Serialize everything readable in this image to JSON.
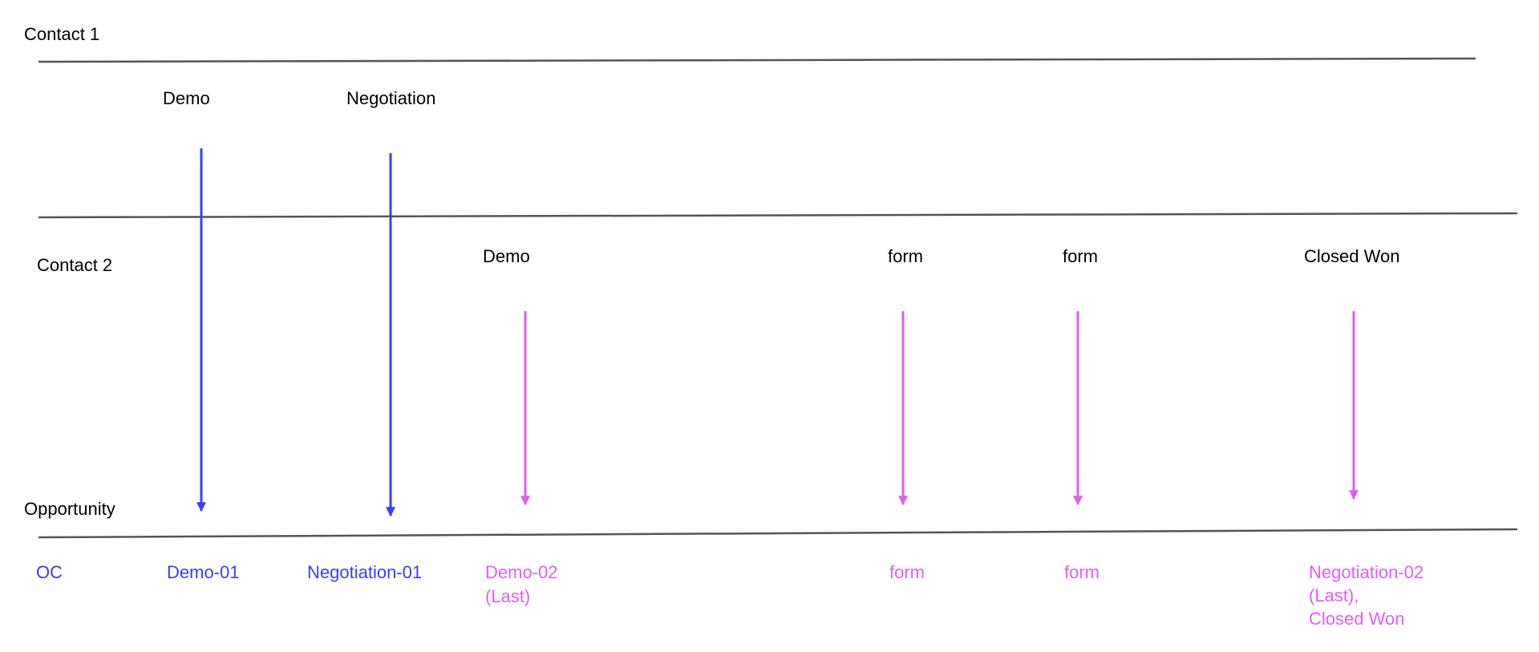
{
  "colors": {
    "line": "#555555",
    "blue": "#3c3cff",
    "pink": "#e35df2",
    "text": "#000000"
  },
  "lanes": {
    "contact1": "Contact 1",
    "contact2": "Contact 2",
    "opportunity": "Opportunity"
  },
  "contact1_events": {
    "demo": "Demo",
    "negotiation": "Negotiation"
  },
  "contact2_events": {
    "demo": "Demo",
    "form1": "form",
    "form2": "form",
    "closed_won": "Closed Won"
  },
  "opportunity_results": {
    "oc": "OC",
    "demo01": "Demo-01",
    "negotiation01": "Negotiation-01",
    "demo02_line1": "Demo-02",
    "demo02_line2": "(Last)",
    "form1": "form",
    "form2": "form",
    "negotiation02_line1": "Negotiation-02",
    "negotiation02_line2": "(Last),",
    "negotiation02_line3": "Closed Won"
  }
}
